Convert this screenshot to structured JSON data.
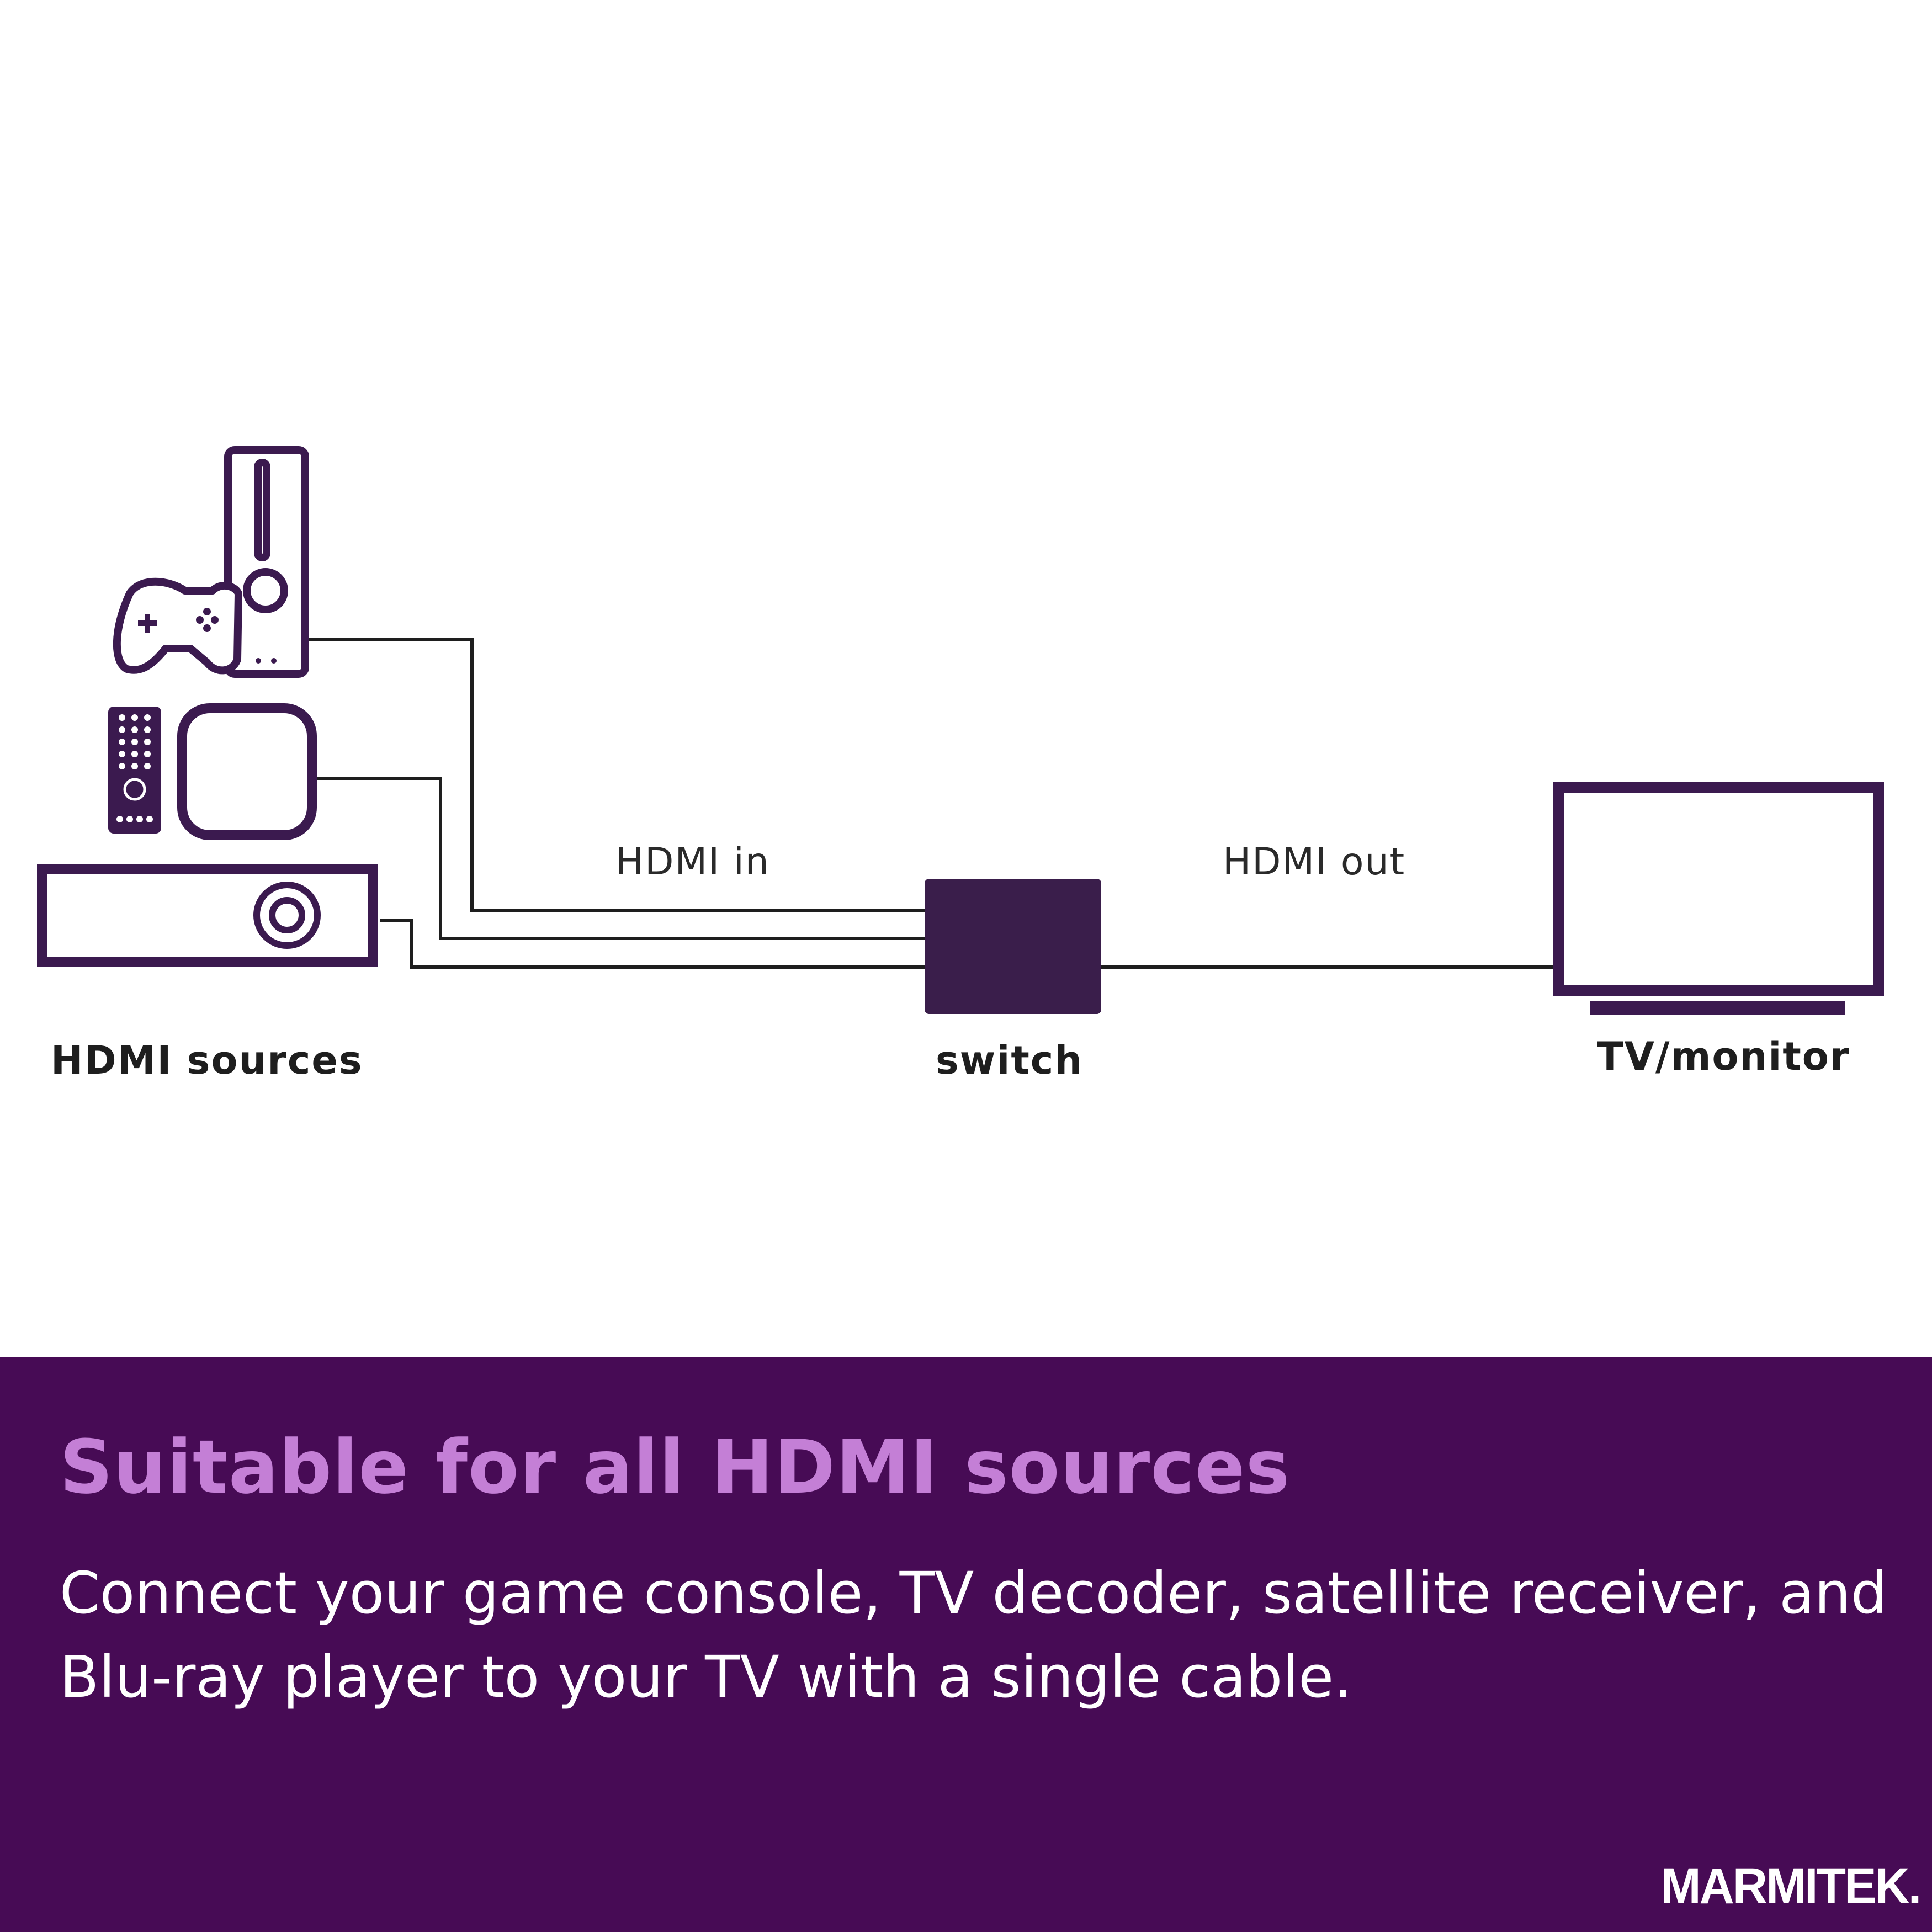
{
  "diagram": {
    "labels": {
      "hdmi_in": "HDMI in",
      "hdmi_out": "HDMI out",
      "sources": "HDMI sources",
      "switch": "switch",
      "tv": "TV/monitor"
    },
    "nodes": [
      "game-console",
      "tv-decoder",
      "satellite-receiver",
      "switch",
      "tv-monitor"
    ],
    "icons": [
      "game-controller-icon",
      "game-console-icon",
      "remote-control-icon",
      "media-box-icon",
      "receiver-icon",
      "switch-icon",
      "tv-icon"
    ]
  },
  "banner": {
    "headline": "Suitable for all HDMI sources",
    "body": "Connect your game console, TV decoder, satellite receiver, and Blu-ray player to your TV with a single cable.",
    "brand": "MARMITEK."
  },
  "colors": {
    "icon_stroke": "#3b1a4f",
    "switch_fill": "#3a1e4b",
    "cable": "#1e1e1e",
    "banner_bg": "#470b55",
    "headline": "#c47fd6",
    "body_text": "#ffffff"
  }
}
